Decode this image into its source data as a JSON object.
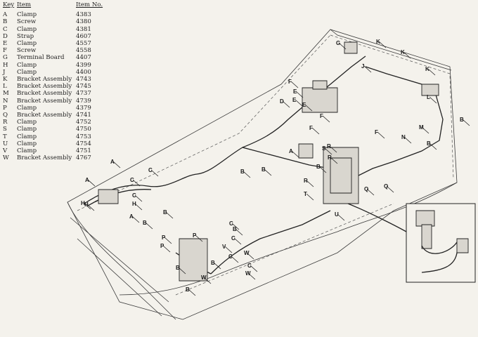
{
  "legend": {
    "headers": {
      "key": "Key",
      "item": "Item",
      "item_no": "Item No."
    },
    "rows": [
      {
        "key": "A",
        "item": "Clamp",
        "item_no": "4383"
      },
      {
        "key": "B",
        "item": "Screw",
        "item_no": "4380"
      },
      {
        "key": "C",
        "item": "Clamp",
        "item_no": "4381"
      },
      {
        "key": "D",
        "item": "Strap",
        "item_no": "4607"
      },
      {
        "key": "E",
        "item": "Clamp",
        "item_no": "4557"
      },
      {
        "key": "F",
        "item": "Screw",
        "item_no": "4558"
      },
      {
        "key": "G",
        "item": "Terminal Board",
        "item_no": "4407"
      },
      {
        "key": "H",
        "item": "Clamp",
        "item_no": "4399"
      },
      {
        "key": "J",
        "item": "Clamp",
        "item_no": "4400"
      },
      {
        "key": "K",
        "item": "Bracket Assembly",
        "item_no": "4743"
      },
      {
        "key": "L",
        "item": "Bracket Assembly",
        "item_no": "4745"
      },
      {
        "key": "M",
        "item": "Bracket Assembly",
        "item_no": "4737"
      },
      {
        "key": "N",
        "item": "Bracket Assembly",
        "item_no": "4739"
      },
      {
        "key": "P",
        "item": "Clamp",
        "item_no": "4379"
      },
      {
        "key": "Q",
        "item": "Bracket Assembly",
        "item_no": "4741"
      },
      {
        "key": "R",
        "item": "Clamp",
        "item_no": "4752"
      },
      {
        "key": "S",
        "item": "Clamp",
        "item_no": "4750"
      },
      {
        "key": "T",
        "item": "Clamp",
        "item_no": "4753"
      },
      {
        "key": "U",
        "item": "Clamp",
        "item_no": "4754"
      },
      {
        "key": "V",
        "item": "Clamp",
        "item_no": "4751"
      },
      {
        "key": "W",
        "item": "Bracket Assembly",
        "item_no": "4767"
      }
    ]
  },
  "callouts": [
    "A",
    "A",
    "A",
    "A",
    "B",
    "B",
    "B",
    "B",
    "B",
    "B",
    "B",
    "B",
    "B",
    "B",
    "B",
    "C",
    "C",
    "C",
    "C",
    "C",
    "C",
    "C",
    "D",
    "E",
    "E",
    "E",
    "F",
    "F",
    "F",
    "F",
    "G",
    "H",
    "H",
    "H",
    "J",
    "K",
    "K",
    "K",
    "L",
    "M",
    "N",
    "P",
    "P",
    "P",
    "Q",
    "Q",
    "R",
    "R",
    "R",
    "S",
    "T",
    "U",
    "V",
    "W",
    "W",
    "W"
  ]
}
